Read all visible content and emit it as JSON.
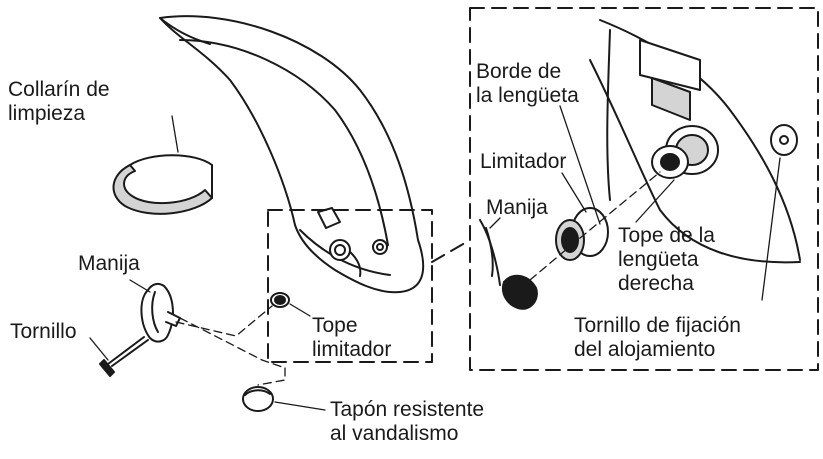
{
  "colors": {
    "ink": "#1a1a1a",
    "shade": "#d4d4d4",
    "paper": "#ffffff"
  },
  "labels": {
    "cleaning_collar": [
      "Collarín de",
      "limpieza"
    ],
    "handle_main": "Manija",
    "screw": "Tornillo",
    "limit_stop": [
      "Tope",
      "limitador"
    ],
    "vandal_cap": [
      "Tapón resistente",
      "al vandalismo"
    ],
    "tab_edge": [
      "Borde de",
      "la lengüeta"
    ],
    "limiter": "Limitador",
    "handle_detail": "Manija",
    "right_tab_stop": [
      "Tope de la",
      "lengüeta",
      "derecha"
    ],
    "housing_screw": [
      "Tornillo de fijación",
      "del alojamiento"
    ]
  }
}
